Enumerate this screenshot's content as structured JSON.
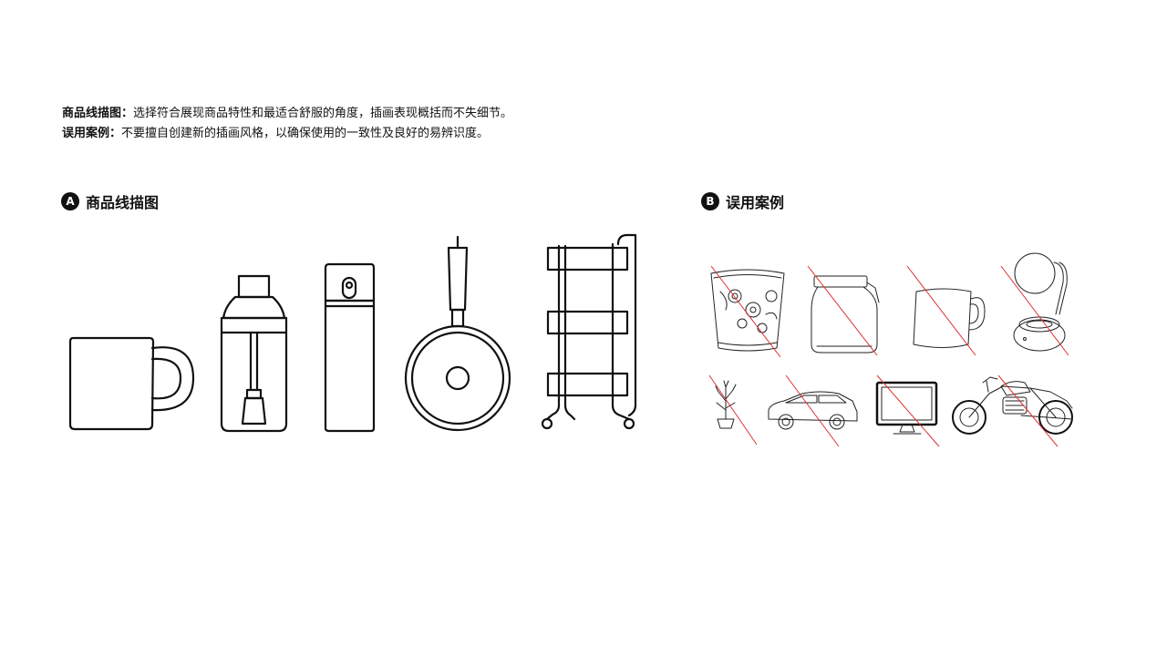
{
  "intro": {
    "line1_label": "商品线描图：",
    "line1_text": "选择符合展现商品特性和最适合舒服的角度，插画表现概括而不失细节。",
    "line2_label": "误用案例：",
    "line2_text": "不要擅自创建新的插画风格，以确保使用的一致性及良好的易辨识度。"
  },
  "section_a": {
    "badge": "A",
    "title": "商品线描图"
  },
  "section_b": {
    "badge": "B",
    "title": "误用案例"
  },
  "icons": {
    "good": [
      "mug-icon",
      "oil-bottle-icon",
      "thermos-icon",
      "frying-pan-icon",
      "trolley-cart-icon"
    ],
    "bad": [
      "floral-glass-icon",
      "glass-jar-icon",
      "cup-icon",
      "desk-lamp-icon",
      "potted-plant-icon",
      "car-icon",
      "monitor-icon",
      "motorcycle-icon"
    ]
  },
  "colors": {
    "ink": "#111111",
    "strike": "#e03030",
    "background": "#ffffff"
  }
}
